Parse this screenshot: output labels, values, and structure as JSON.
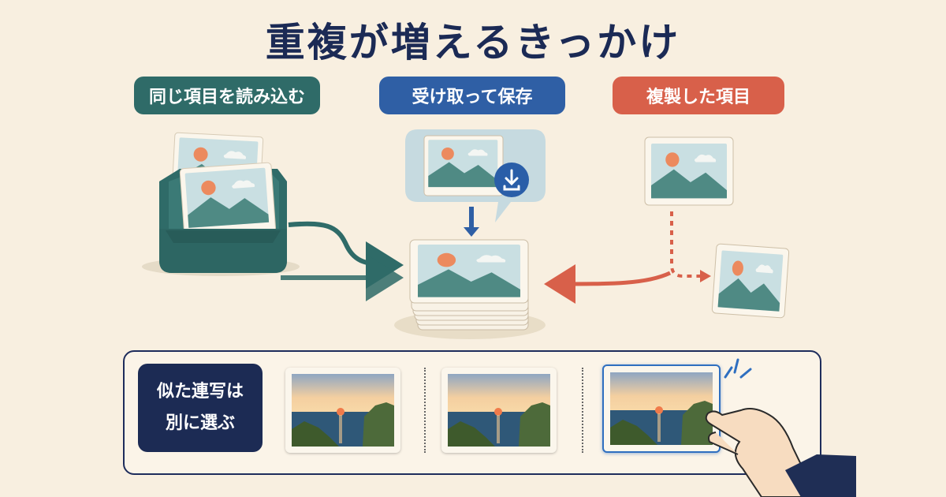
{
  "title": "重複が増えるきっかけ",
  "labels": {
    "import_twice": "同じ項目を読み込む",
    "save_received": "受け取って保存",
    "duplicated_item": "複製した項目"
  },
  "similar_shots": {
    "line1": "似た連写は",
    "line2": "別に選ぶ"
  },
  "colors": {
    "teal": "#2f6b68",
    "blue": "#2f5fa5",
    "coral": "#d8604a",
    "navy": "#1c2b54",
    "background": "#f8efe0"
  },
  "icons": [
    "photo-icon",
    "tray-icon",
    "download-icon",
    "arrow-icon",
    "hand-icon",
    "sparkle-icon"
  ]
}
